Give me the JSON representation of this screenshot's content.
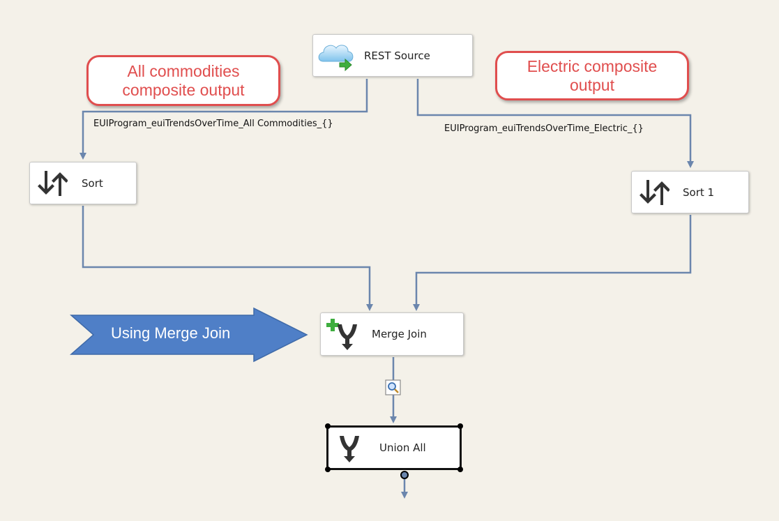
{
  "components": {
    "rest_source": {
      "label": "REST Source",
      "icon": "cloud-source-icon"
    },
    "sort": {
      "label": "Sort",
      "icon": "sort-arrows-icon"
    },
    "sort_1": {
      "label": "Sort 1",
      "icon": "sort-arrows-icon"
    },
    "merge_join": {
      "label": "Merge Join",
      "icon": "merge-join-icon"
    },
    "union_all": {
      "label": "Union All",
      "icon": "union-all-icon"
    }
  },
  "paths": {
    "all_commodities": "EUIProgram_euiTrendsOverTime_All Commodities_{}",
    "electric": "EUIProgram_euiTrendsOverTime_Electric_{}"
  },
  "callouts": {
    "all_commodities": [
      "All commodities",
      "composite output"
    ],
    "electric": [
      "Electric composite",
      "output"
    ],
    "merge_join_arrow": "Using Merge Join"
  },
  "colors": {
    "canvas": "#f4f1e9",
    "connector": "#6b86ad",
    "callout_border": "#e04e4e",
    "callout_text": "#e04e4e",
    "arrow_fill": "#4f7fc7"
  }
}
